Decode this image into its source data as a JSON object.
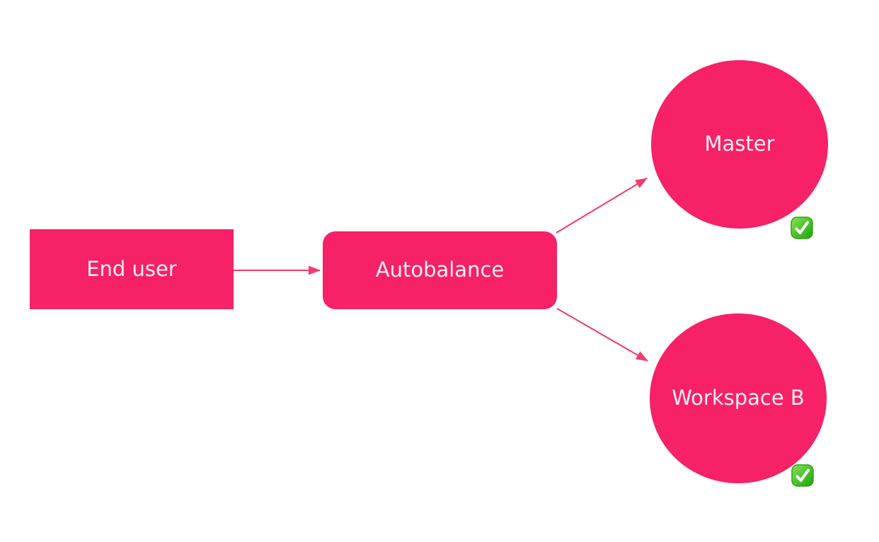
{
  "diagram": {
    "background_color": "#ffffff",
    "accent_color": "#f62167",
    "edge_color": "#f53a6e",
    "label_color": "#ffeef4",
    "status_green": "#2fb30d",
    "nodes": {
      "end_user": {
        "label": "End user",
        "shape": "rectangle"
      },
      "autobalance": {
        "label": "Autobalance",
        "shape": "rounded-rectangle"
      },
      "master": {
        "label": "Master",
        "shape": "circle",
        "status_icon": "check-mark-button"
      },
      "workspace_b": {
        "label": "Workspace B",
        "shape": "circle",
        "status_icon": "check-mark-button"
      }
    },
    "edges": [
      {
        "from": "end_user",
        "to": "autobalance"
      },
      {
        "from": "autobalance",
        "to": "master"
      },
      {
        "from": "autobalance",
        "to": "workspace_b"
      }
    ]
  }
}
